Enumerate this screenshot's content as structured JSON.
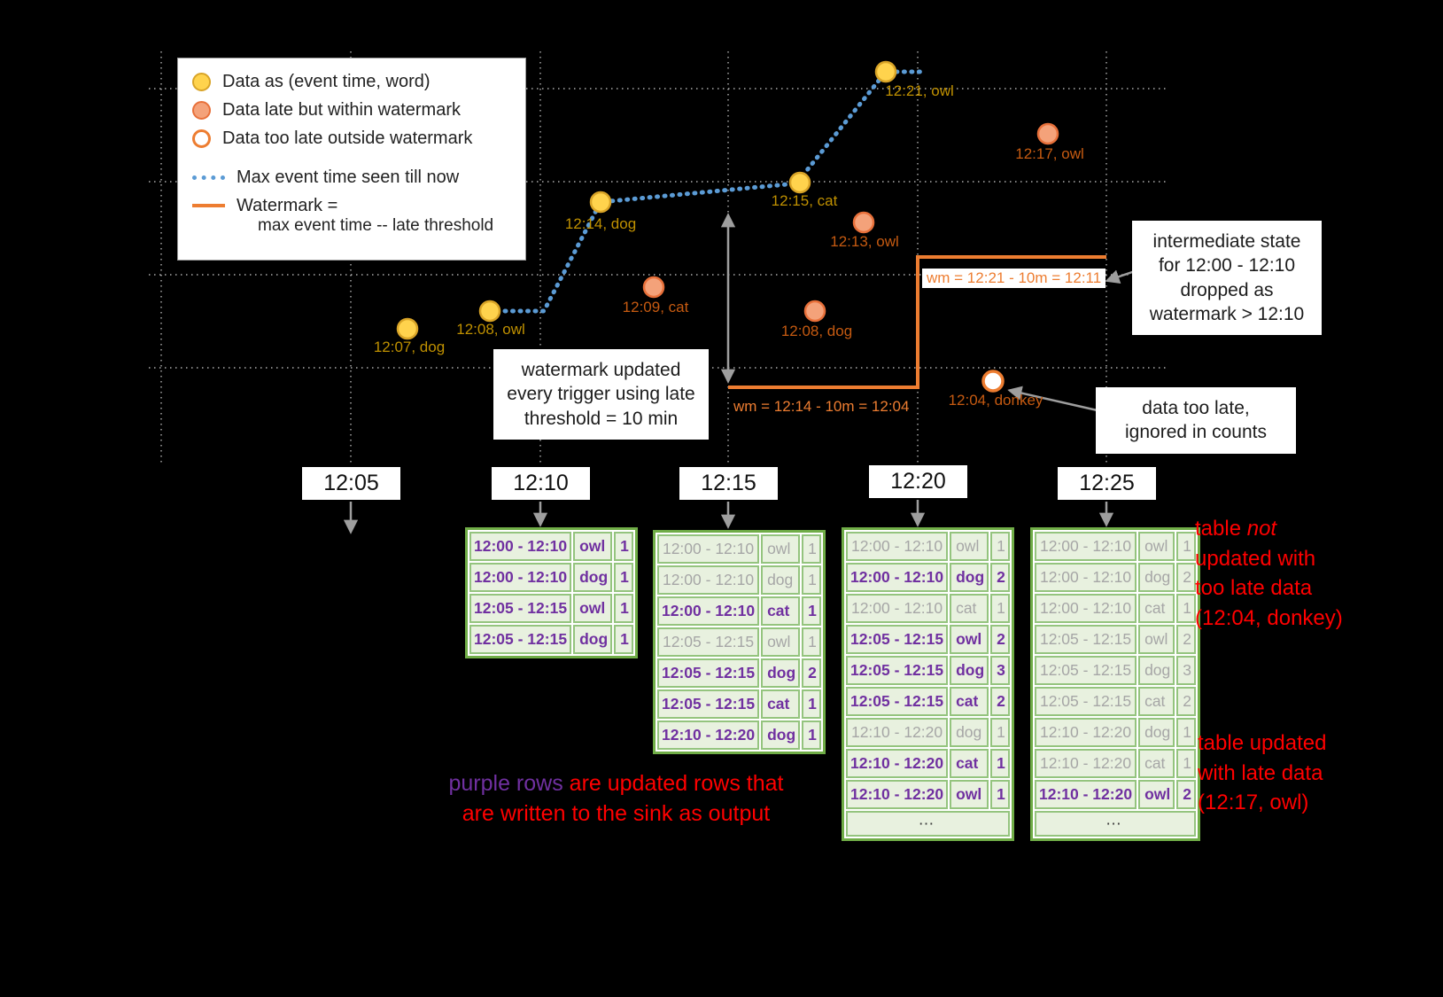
{
  "legend": {
    "items": [
      "Data as (event time, word)",
      "Data late but within watermark",
      "Data too late outside watermark",
      "Max event time seen till now",
      "Watermark ="
    ],
    "watermark_line2": "max event time -- late threshold"
  },
  "points": {
    "on_time": [
      {
        "label": "12:07, dog"
      },
      {
        "label": "12:08, owl"
      },
      {
        "label": "12:14, dog"
      },
      {
        "label": "12:15, cat"
      },
      {
        "label": "12:21, owl"
      }
    ],
    "late": [
      {
        "label": "12:09, cat"
      },
      {
        "label": "12:13, owl"
      },
      {
        "label": "12:08, dog"
      },
      {
        "label": "12:17, owl"
      }
    ],
    "too_late": [
      {
        "label": "12:04, donkey"
      }
    ]
  },
  "watermark": {
    "label_1215": "wm = 12:14 - 10m = 12:04",
    "label_1225": "wm = 12:21 - 10m = 12:11"
  },
  "callouts": {
    "trigger_update": [
      "watermark updated",
      "every trigger using late",
      "threshold = 10 min"
    ],
    "state_dropped": [
      "intermediate state",
      "for 12:00 - 12:10",
      "dropped as",
      "watermark > 12:10"
    ],
    "too_late": [
      "data too late,",
      "ignored in counts"
    ]
  },
  "axis": {
    "ticks": [
      "12:05",
      "12:10",
      "12:15",
      "12:20",
      "12:25"
    ]
  },
  "tables": [
    {
      "trigger": "12:10",
      "rows": [
        {
          "window": "12:00 - 12:10",
          "word": "owl",
          "count": "1",
          "state": "updated"
        },
        {
          "window": "12:00 - 12:10",
          "word": "dog",
          "count": "1",
          "state": "updated"
        },
        {
          "window": "12:05 - 12:15",
          "word": "owl",
          "count": "1",
          "state": "updated"
        },
        {
          "window": "12:05 - 12:15",
          "word": "dog",
          "count": "1",
          "state": "updated"
        }
      ]
    },
    {
      "trigger": "12:15",
      "rows": [
        {
          "window": "12:00 - 12:10",
          "word": "owl",
          "count": "1",
          "state": "old"
        },
        {
          "window": "12:00 - 12:10",
          "word": "dog",
          "count": "1",
          "state": "old"
        },
        {
          "window": "12:00 - 12:10",
          "word": "cat",
          "count": "1",
          "state": "updated"
        },
        {
          "window": "12:05 - 12:15",
          "word": "owl",
          "count": "1",
          "state": "old"
        },
        {
          "window": "12:05 - 12:15",
          "word": "dog",
          "count": "2",
          "state": "updated"
        },
        {
          "window": "12:05 - 12:15",
          "word": "cat",
          "count": "1",
          "state": "updated"
        },
        {
          "window": "12:10 - 12:20",
          "word": "dog",
          "count": "1",
          "state": "updated"
        }
      ]
    },
    {
      "trigger": "12:20",
      "ellipsis": "⋯",
      "rows": [
        {
          "window": "12:00 - 12:10",
          "word": "owl",
          "count": "1",
          "state": "old"
        },
        {
          "window": "12:00 - 12:10",
          "word": "dog",
          "count": "2",
          "state": "updated"
        },
        {
          "window": "12:00 - 12:10",
          "word": "cat",
          "count": "1",
          "state": "old"
        },
        {
          "window": "12:05 - 12:15",
          "word": "owl",
          "count": "2",
          "state": "updated"
        },
        {
          "window": "12:05 - 12:15",
          "word": "dog",
          "count": "3",
          "state": "updated"
        },
        {
          "window": "12:05 - 12:15",
          "word": "cat",
          "count": "2",
          "state": "updated"
        },
        {
          "window": "12:10 - 12:20",
          "word": "dog",
          "count": "1",
          "state": "old"
        },
        {
          "window": "12:10 - 12:20",
          "word": "cat",
          "count": "1",
          "state": "updated"
        },
        {
          "window": "12:10 - 12:20",
          "word": "owl",
          "count": "1",
          "state": "updated"
        }
      ]
    },
    {
      "trigger": "12:25",
      "ellipsis": "⋯",
      "rows": [
        {
          "window": "12:00 - 12:10",
          "word": "owl",
          "count": "1",
          "state": "old"
        },
        {
          "window": "12:00 - 12:10",
          "word": "dog",
          "count": "2",
          "state": "old"
        },
        {
          "window": "12:00 - 12:10",
          "word": "cat",
          "count": "1",
          "state": "old"
        },
        {
          "window": "12:05 - 12:15",
          "word": "owl",
          "count": "2",
          "state": "old"
        },
        {
          "window": "12:05 - 12:15",
          "word": "dog",
          "count": "3",
          "state": "old"
        },
        {
          "window": "12:05 - 12:15",
          "word": "cat",
          "count": "2",
          "state": "old"
        },
        {
          "window": "12:10 - 12:20",
          "word": "dog",
          "count": "1",
          "state": "old"
        },
        {
          "window": "12:10 - 12:20",
          "word": "cat",
          "count": "1",
          "state": "old"
        },
        {
          "window": "12:10 - 12:20",
          "word": "owl",
          "count": "2",
          "state": "updated"
        }
      ]
    }
  ],
  "notes": {
    "sink": {
      "highlight": "purple rows",
      "line1_rest": " are updated rows that",
      "line2": "are written to the sink as output"
    },
    "not_updated": {
      "line1_prefix": "table ",
      "line1_italic": "not",
      "line2": "updated with",
      "line3": "too late data",
      "line4": "(12:04, donkey)"
    },
    "updated": {
      "line1": "table updated",
      "line2": "with late data",
      "line3": "(12:17, owl)"
    }
  },
  "colors": {
    "on_time_fill": "#FFD34D",
    "late_fill": "#F4A27A",
    "too_late_stroke": "#ED7D31",
    "max_event_time_line": "#5B9BD5",
    "watermark_line": "#ED7D31",
    "table_green": "#70AD47",
    "updated_purple": "#7030A0",
    "old_gray": "#A6A6A6",
    "note_red": "#FF0000"
  }
}
